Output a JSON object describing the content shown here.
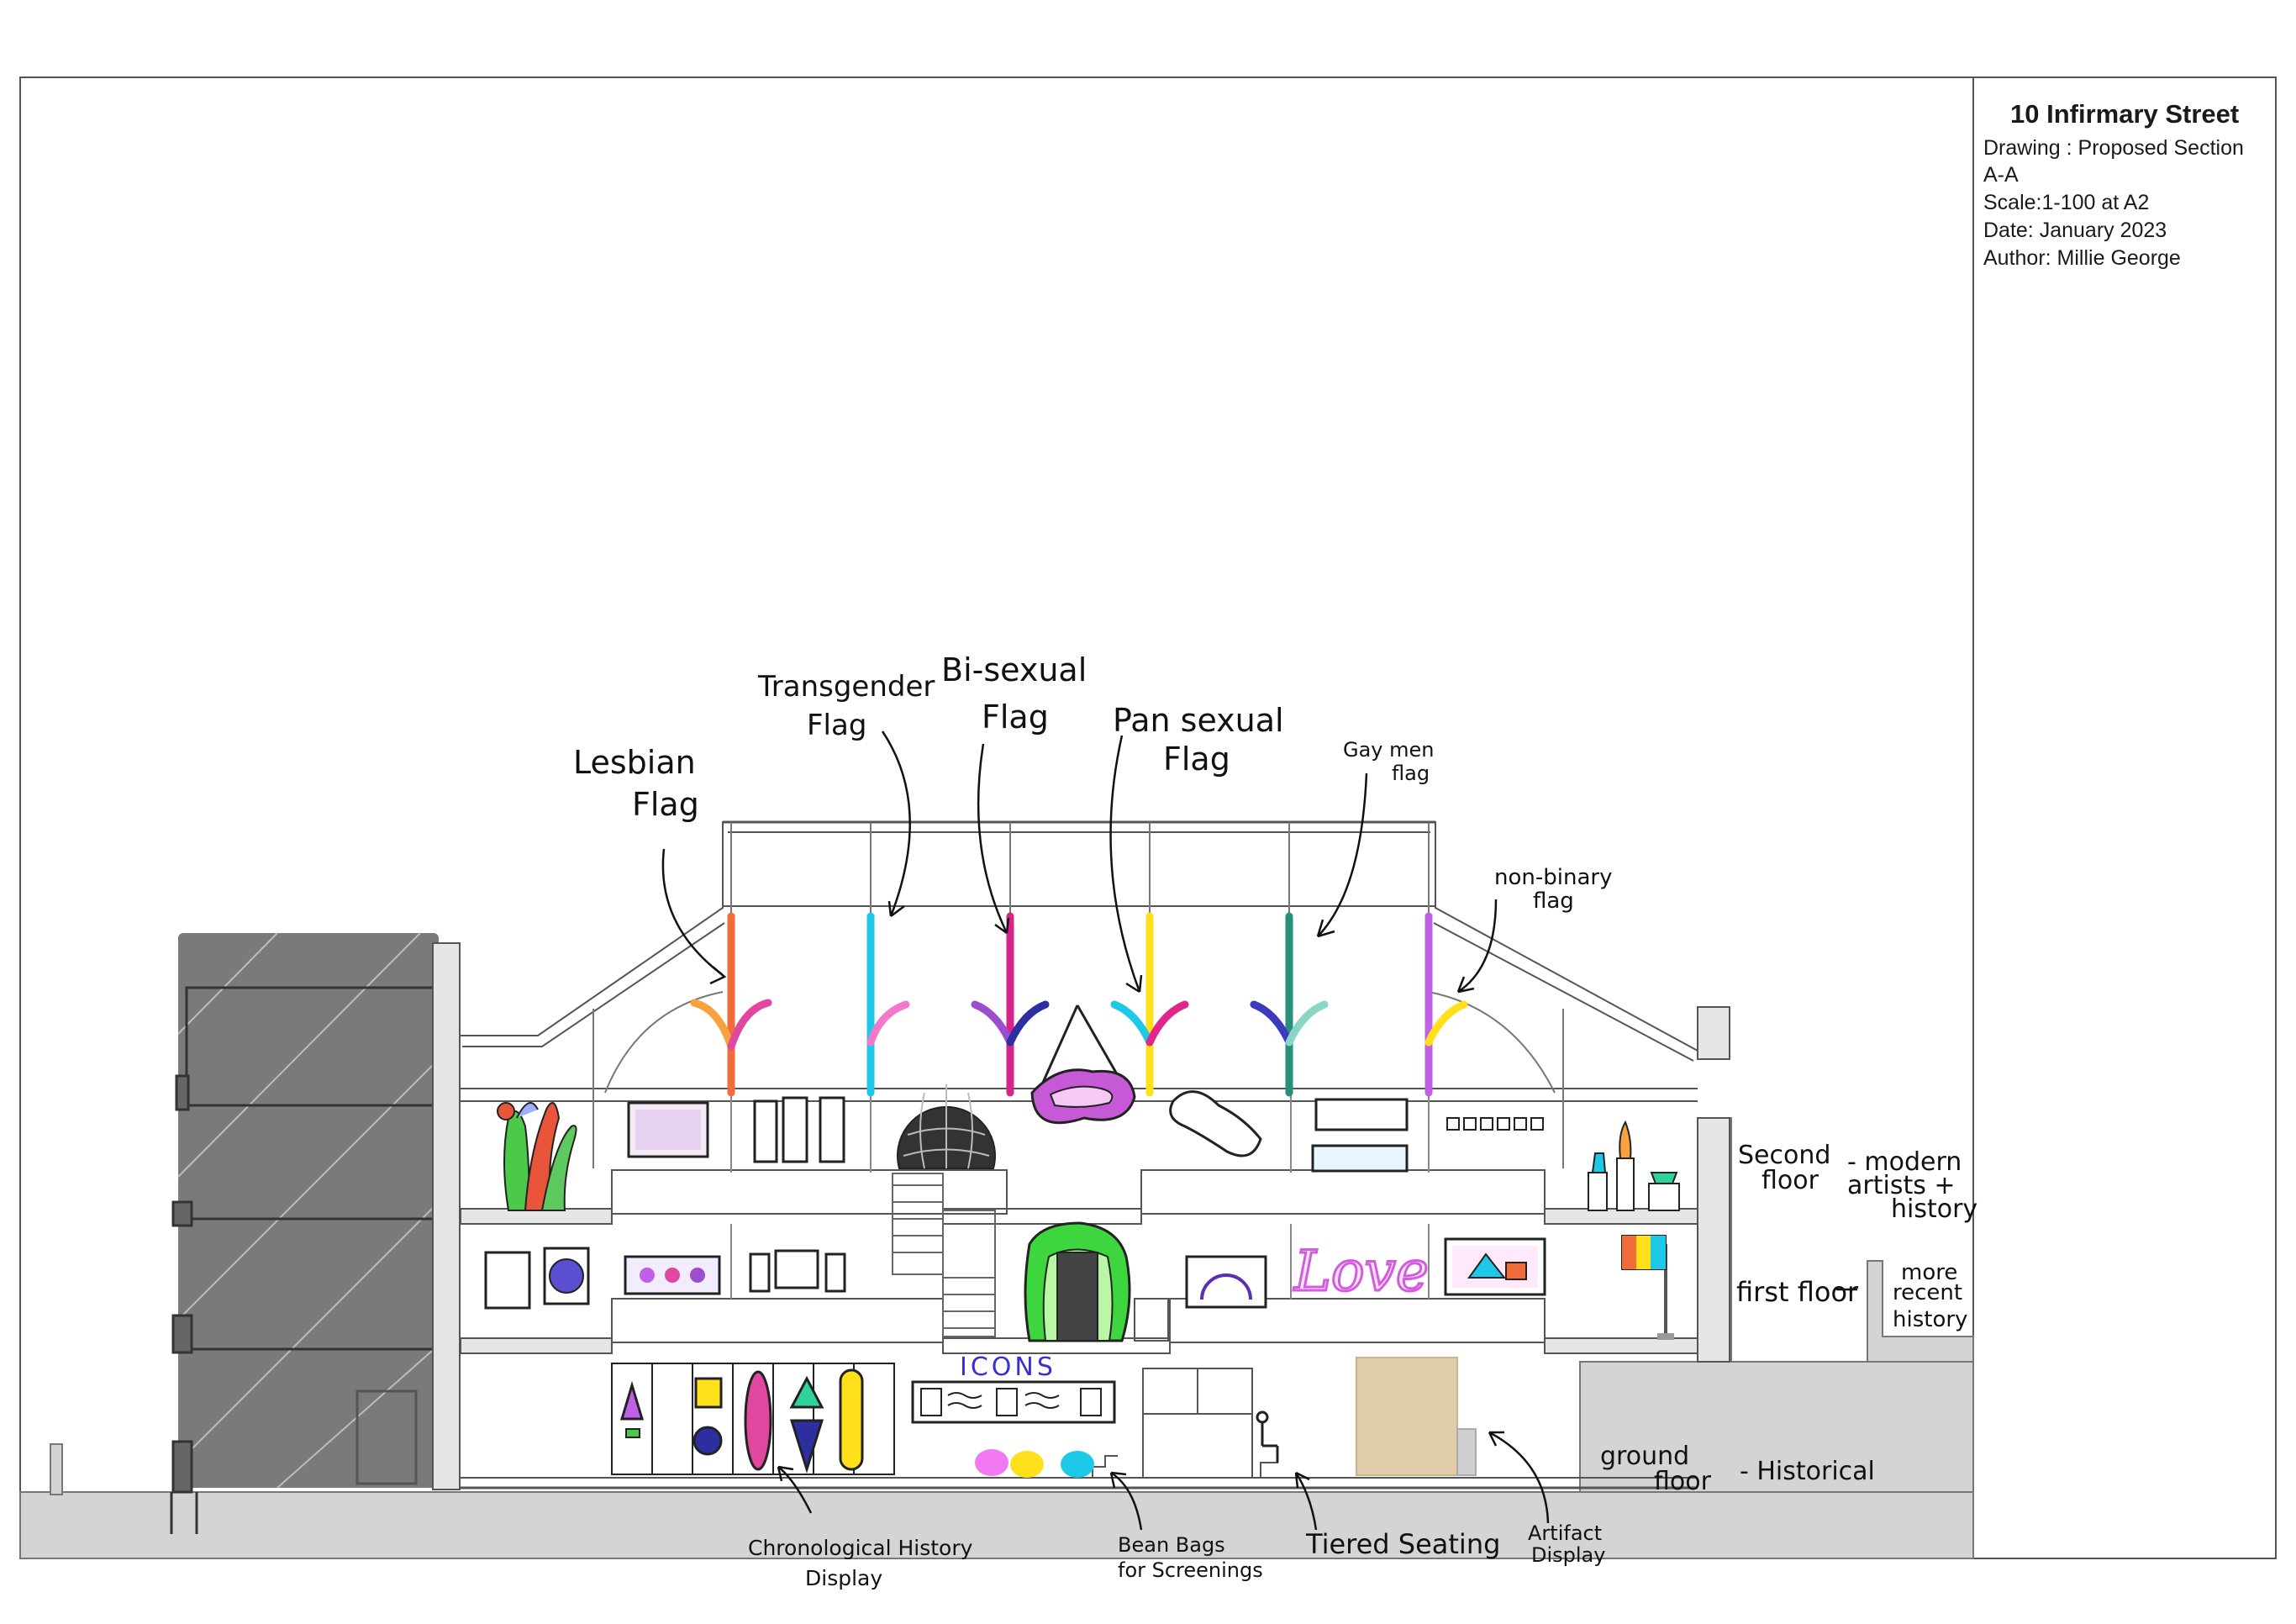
{
  "title_block": {
    "project": "10 Infirmary Street",
    "drawing": "Drawing : Proposed Section",
    "section": "A-A",
    "scale": "Scale:1-100 at A2",
    "date": "Date: January 2023",
    "author": "Author: Millie George"
  },
  "flag_labels": {
    "lesbian": [
      "Lesbian",
      "Flag"
    ],
    "transgender": [
      "Transgender",
      "Flag"
    ],
    "bisexual": [
      "Bi-sexual",
      "Flag"
    ],
    "pansexual": [
      "Pan sexual",
      "Flag"
    ],
    "gay_men": [
      "Gay men",
      "flag"
    ],
    "non_binary": [
      "non-binary",
      "flag"
    ]
  },
  "floor_labels": {
    "second": [
      "Second",
      "floor"
    ],
    "second_desc": [
      "- modern",
      "artists +",
      "history"
    ],
    "first": "first floor",
    "first_desc": [
      "more",
      "recent",
      "history"
    ],
    "ground": [
      "ground",
      "floor"
    ],
    "ground_desc": "- Historical"
  },
  "feature_labels": {
    "chronological": [
      "Chronological History",
      "Display"
    ],
    "bean_bags": [
      "Bean Bags",
      "for Screenings"
    ],
    "tiered": "Tiered Seating",
    "artifact": [
      "Artifact",
      "Display"
    ],
    "icons_sign": "ICONS",
    "love_sign": "Love"
  },
  "colors": {
    "lesbian": "#f26b3a",
    "lesbian_arm": "#f7a23c",
    "lesbian_arm2": "#e0479e",
    "trans": "#1ec9e8",
    "trans_arm": "#f279c9",
    "bi": "#d6248a",
    "bi_arm": "#9b4fcf",
    "bi_arm2": "#2d2fa0",
    "pan": "#ffe01a",
    "pan_arm": "#1ec9e8",
    "pan_arm2": "#e0268a",
    "gay": "#2a8f7a",
    "gay_arm": "#3c3bbf",
    "gay_arm2": "#8ad6c6",
    "nb": "#c060e6",
    "nb_arm": "#ffe01a",
    "ground_fill": "#d4d4d4",
    "neighbour_fill": "#7a7a7a"
  }
}
